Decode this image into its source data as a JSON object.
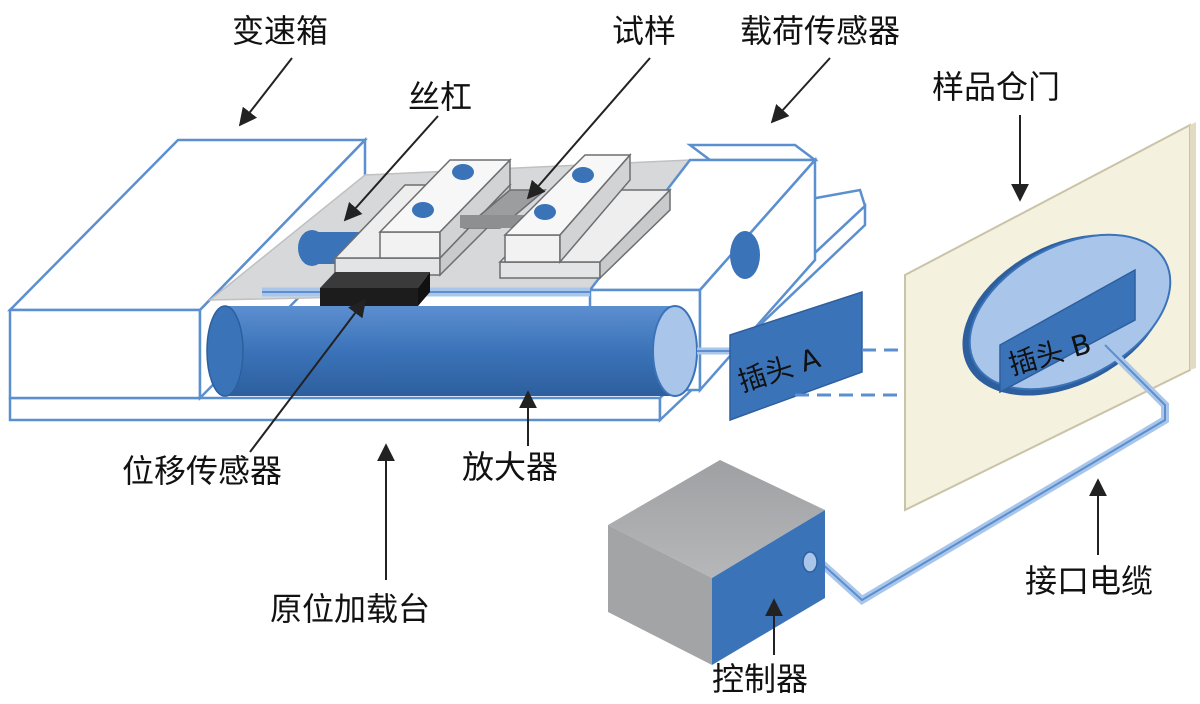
{
  "labels": {
    "gearbox": "变速箱",
    "specimen": "试样",
    "load_sensor": "载荷传感器",
    "lead_screw": "丝杠",
    "sample_door": "样品仓门",
    "plug_a": "插头 A",
    "plug_b": "插头 B",
    "displacement_sensor": "位移传感器",
    "amplifier": "放大器",
    "stage": "原位加载台",
    "cable": "接口电缆",
    "controller": "控制器"
  },
  "colors": {
    "blue": "#3b73b9",
    "light_blue": "#a9c6ea",
    "outline": "#5b8fcf",
    "grey": "#d3d4d6",
    "door": "#f5f1df",
    "dark": "#1c1c1c"
  }
}
